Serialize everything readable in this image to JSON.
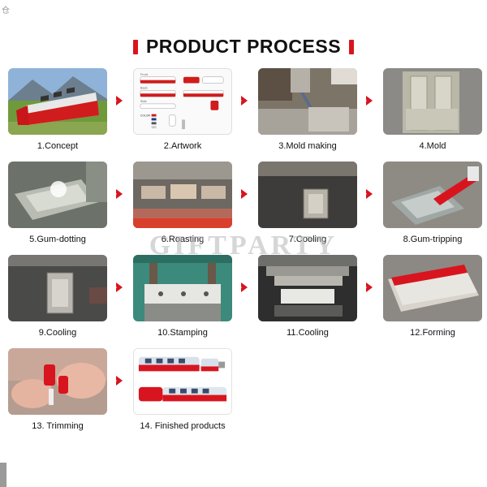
{
  "header": {
    "corner_text": "仓",
    "title": "PRODUCT PROCESS"
  },
  "watermark": "GIFTPARTY",
  "colors": {
    "accent": "#d8151f",
    "text": "#111111"
  },
  "steps": [
    {
      "label": "1.Concept"
    },
    {
      "label": "2.Artwork"
    },
    {
      "label": "3.Mold making"
    },
    {
      "label": "4.Mold"
    },
    {
      "label": "5.Gum-dotting"
    },
    {
      "label": "6.Roasting"
    },
    {
      "label": "7.Cooling"
    },
    {
      "label": "8.Gum-tripping"
    },
    {
      "label": "9.Cooling"
    },
    {
      "label": "10.Stamping"
    },
    {
      "label": "11.Cooling"
    },
    {
      "label": "12.Forming"
    },
    {
      "label": "13. Trimming"
    },
    {
      "label": "14. Finished products"
    }
  ],
  "artwork_labels": {
    "front": "Front",
    "back": "Back",
    "side": "Side",
    "color": "COLOR"
  }
}
